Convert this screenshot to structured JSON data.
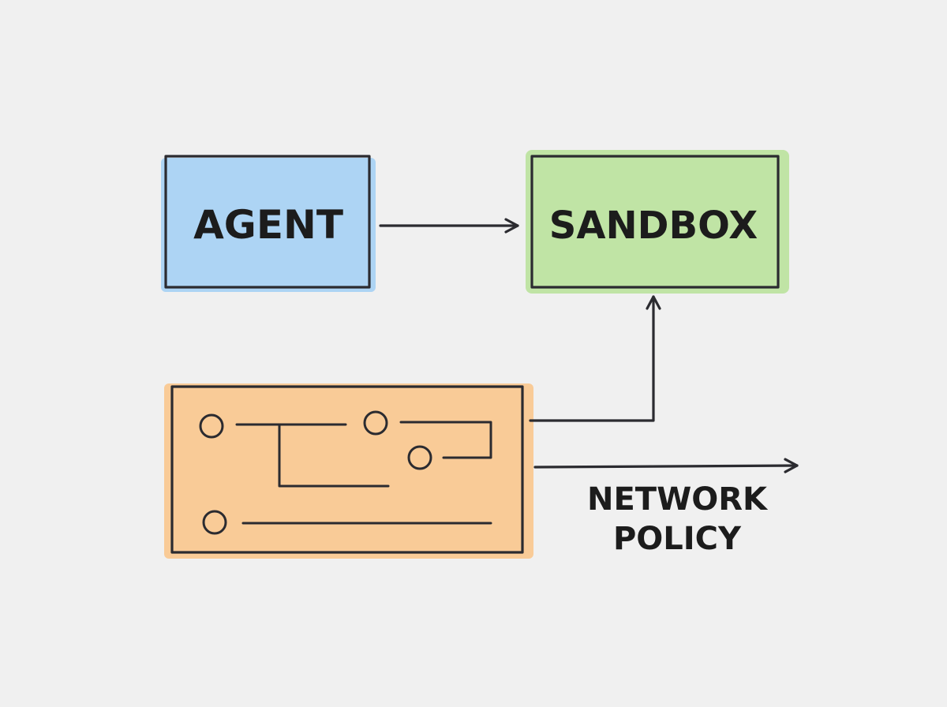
{
  "nodes": {
    "agent": {
      "label": "AGENT",
      "fill": "#a9d2f3"
    },
    "sandbox": {
      "label": "SANDBOX",
      "fill": "#bde3a0"
    },
    "policy_board": {
      "fill": "#f9c891"
    }
  },
  "edge_label": {
    "line1": "NETWORK",
    "line2": "POLICY"
  },
  "colors": {
    "background": "#f0f0f0",
    "ink": "#2b2b30"
  }
}
